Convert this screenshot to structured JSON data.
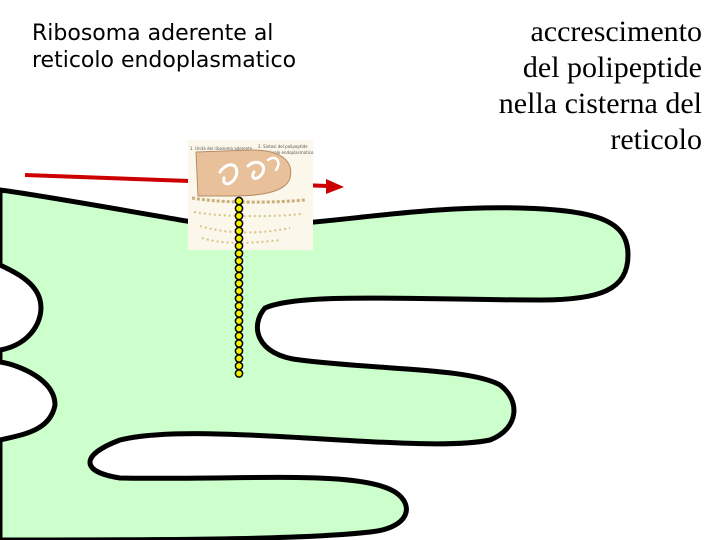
{
  "left_label": {
    "line1": "Ribosoma aderente al",
    "line2": "reticolo endoplasmatico"
  },
  "right_caption": {
    "line1": "accrescimento",
    "line2": "del polipeptide",
    "line3": "nella cisterna del",
    "line4": "reticolo"
  },
  "polypeptide": {
    "bead_count": 24
  },
  "colors": {
    "cisterna_fill": "#ccffcc",
    "outline": "#000000",
    "membrane_arrow": "#cc0000",
    "ribosome": "#e8c09a",
    "amino_acid": "#f5f000"
  }
}
